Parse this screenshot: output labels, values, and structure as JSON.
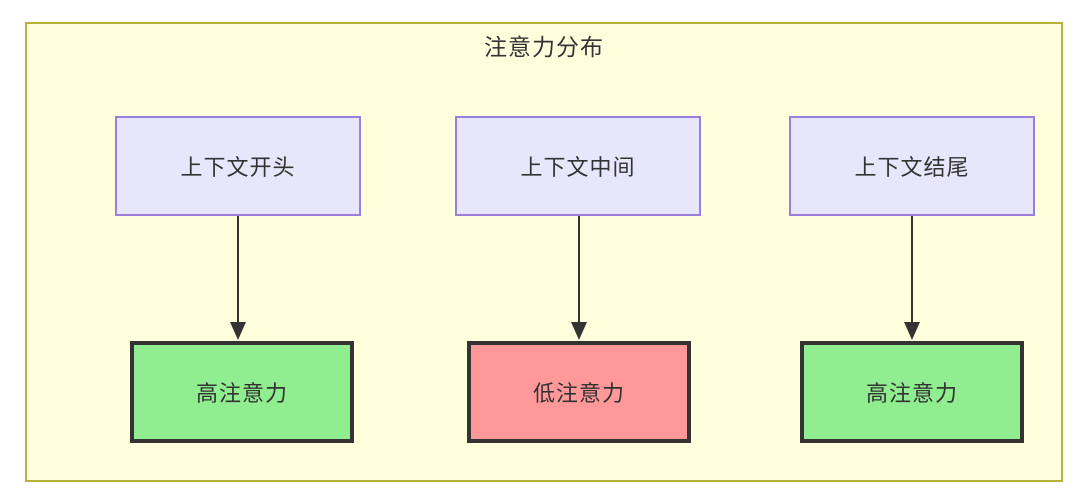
{
  "diagram": {
    "title": "注意力分布",
    "type": "flowchart",
    "colors": {
      "container_bg": "#ffffde",
      "container_border": "#b7b23d",
      "context_bg": "#e8e6fb",
      "context_border": "#9a7fe0",
      "high_attention_bg": "#90ee90",
      "low_attention_bg": "#ff9999",
      "attention_border": "#333333",
      "edge": "#333333",
      "text": "#333333"
    },
    "columns": [
      {
        "source": {
          "label": "上下文开头",
          "kind": "context-node"
        },
        "target": {
          "label": "高注意力",
          "kind": "attention-node",
          "level": "high"
        }
      },
      {
        "source": {
          "label": "上下文中间",
          "kind": "context-node"
        },
        "target": {
          "label": "低注意力",
          "kind": "attention-node",
          "level": "low"
        }
      },
      {
        "source": {
          "label": "上下文结尾",
          "kind": "context-node"
        },
        "target": {
          "label": "高注意力",
          "kind": "attention-node",
          "level": "high"
        }
      }
    ],
    "edges": [
      {
        "from": "上下文开头",
        "to": "高注意力",
        "arrow": "arrow-down"
      },
      {
        "from": "上下文中间",
        "to": "低注意力",
        "arrow": "arrow-down"
      },
      {
        "from": "上下文结尾",
        "to": "高注意力",
        "arrow": "arrow-down"
      }
    ]
  }
}
